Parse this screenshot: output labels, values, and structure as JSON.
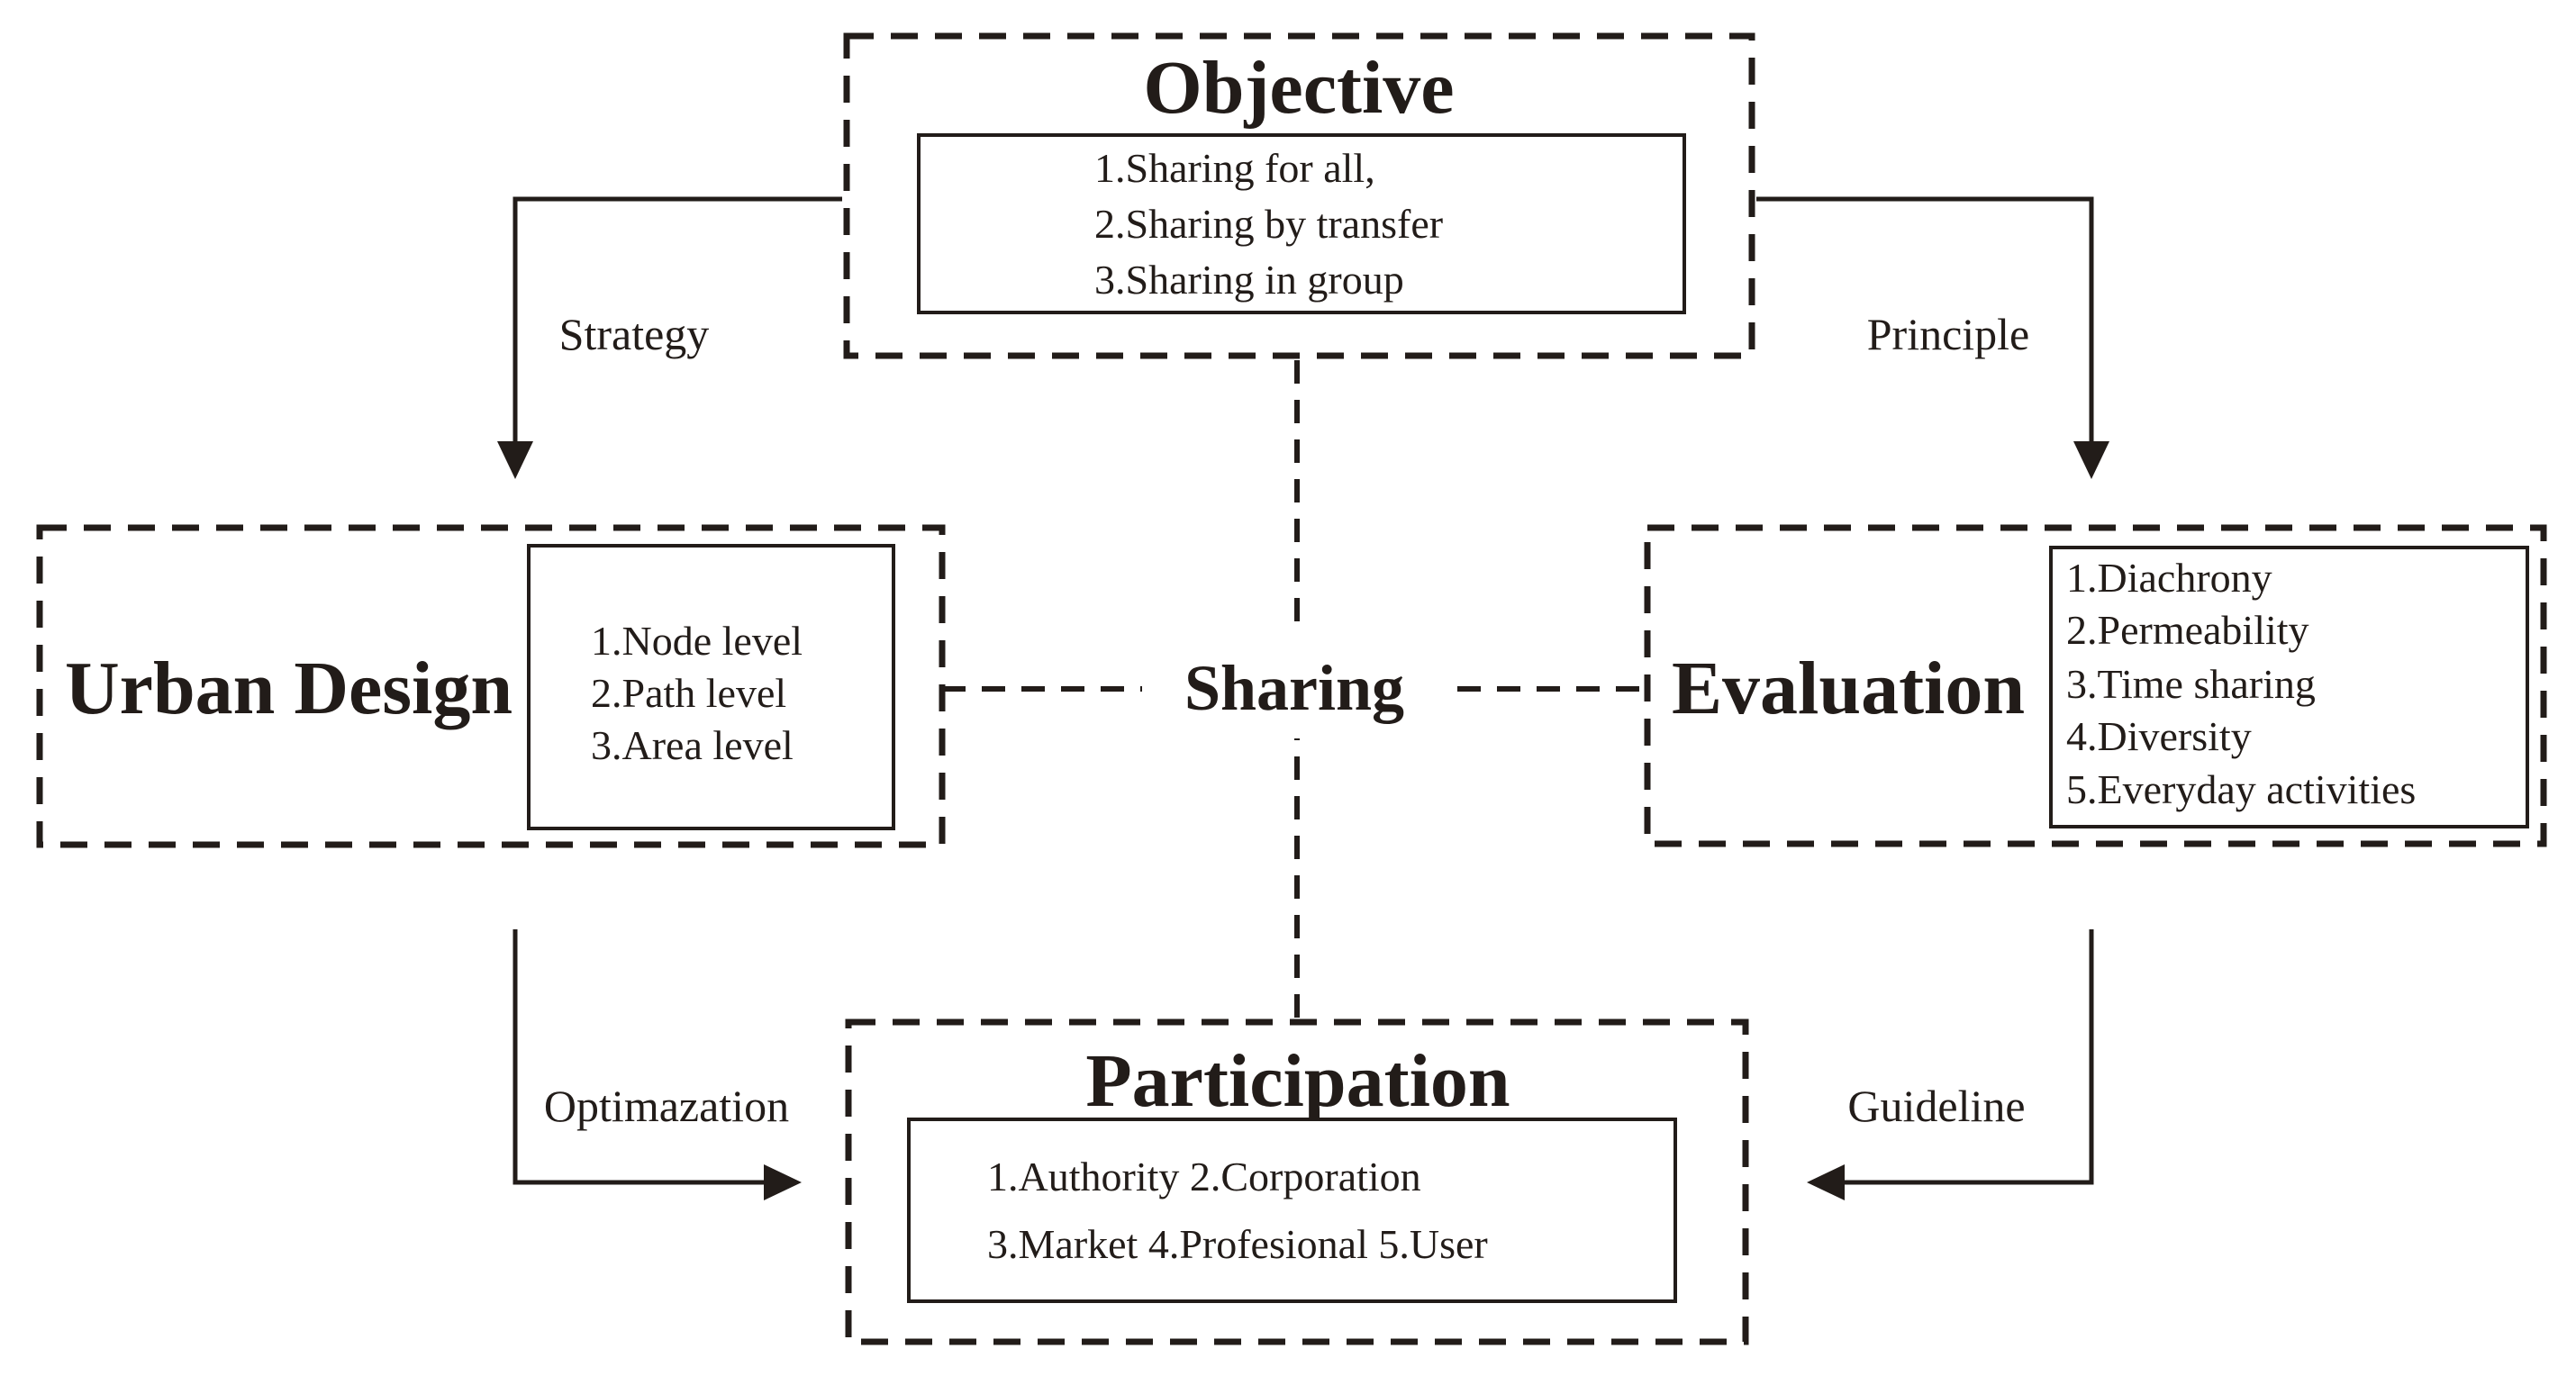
{
  "diagram": {
    "center": {
      "label": "Sharing"
    },
    "objective": {
      "title": "Objective",
      "items": [
        "1.Sharing for all,",
        "2.Sharing by transfer",
        "3.Sharing in group"
      ]
    },
    "urban_design": {
      "title": "Urban Design",
      "items": [
        "1.Node level",
        "2.Path level",
        "3.Area level"
      ]
    },
    "evaluation": {
      "title": "Evaluation",
      "items": [
        "1.Diachrony",
        "2.Permeability",
        "3.Time sharing",
        "4.Diversity",
        "5.Everyday activities"
      ]
    },
    "participation": {
      "title": "Participation",
      "items": [
        "1.Authority 2.Corporation",
        "3.Market 4.Profesional 5.User"
      ]
    },
    "edges": {
      "strategy": "Strategy",
      "principle": "Principle",
      "optimazation": "Optimazation",
      "guideline": "Guideline"
    },
    "colors": {
      "ink": "#221c19",
      "background": "#ffffff"
    }
  }
}
